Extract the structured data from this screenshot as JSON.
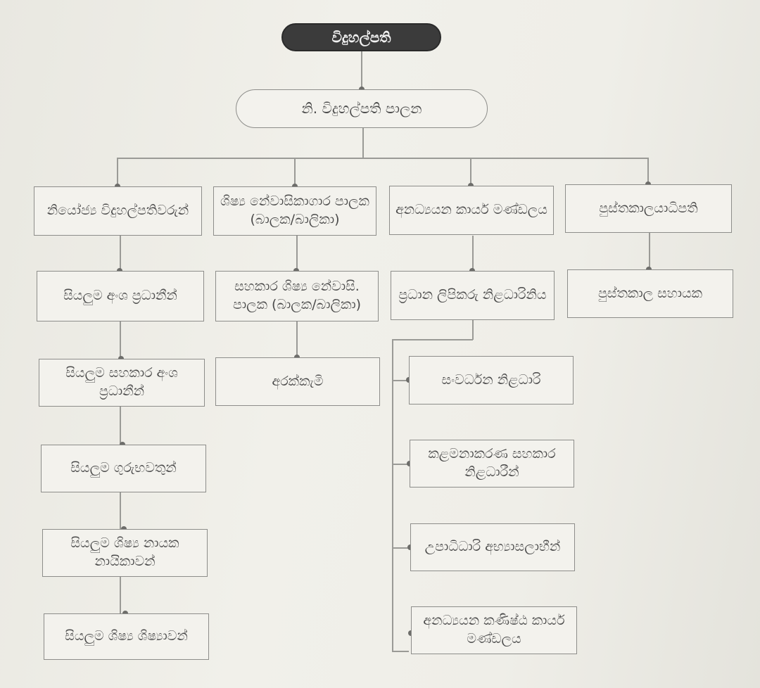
{
  "chart": {
    "root": "විදුහල්පති",
    "deputy_admin": "නි. විදුහල්පති පාලන",
    "columns": [
      {
        "head": "නියෝජ්‍ය විදුහල්පතිවරුන්",
        "children": [
          "සියලුම අංශ ප්‍රධානීන්",
          "සියලුම සහකාර අංශ ප්‍රධානීන්",
          "සියලුම ගුරුභවතුන්",
          "සියලුම ශිෂ්‍ය නායක නායිකාවන්",
          "සියලුම ශිෂ්‍ය ශිෂ්‍යාවන්"
        ]
      },
      {
        "head": "ශිෂ්‍ය නේවාසිකාගාර පාලක (බාලක/බාලිකා)",
        "children": [
          "සහකාර ශිෂ්‍ය නේවාසි. පාලක (බාලක/බාලිකා)",
          "අරක්කැමි"
        ]
      },
      {
        "head": "අනධ්‍යයන කාර්ය මණ්ඩලය",
        "children": [
          "ප්‍රධාන ලිපිකරු නිළධාරිනිය"
        ],
        "sub_children": [
          "සංවර්ධන නිළධාරි",
          "කළමනාකරණ සහකාර නිළධාරීන්",
          "උපාධිධාරි අභ්‍යාසලාභීන්",
          "අනධ්‍යයන කණිෂ්ඨ කාර්ය මණ්ඩලය"
        ]
      },
      {
        "head": "පුස්තකාලයාධිපති",
        "children": [
          "පුස්තකාල සහායක"
        ]
      }
    ]
  }
}
